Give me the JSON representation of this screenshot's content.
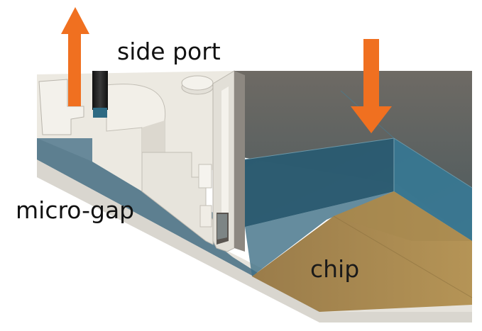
{
  "labels": {
    "side_port": "side port",
    "micro_gap": "micro-gap",
    "chip": "chip"
  },
  "arrows": {
    "outflow": {
      "direction": "up",
      "color": "#f07020"
    },
    "inflow": {
      "direction": "down",
      "color": "#f07020"
    }
  },
  "colors": {
    "housing": "#e9e5dc",
    "liquid": "#3c6f86",
    "chip": "#a88a52",
    "tube": "#1e1e1e",
    "background": "#ffffff"
  }
}
